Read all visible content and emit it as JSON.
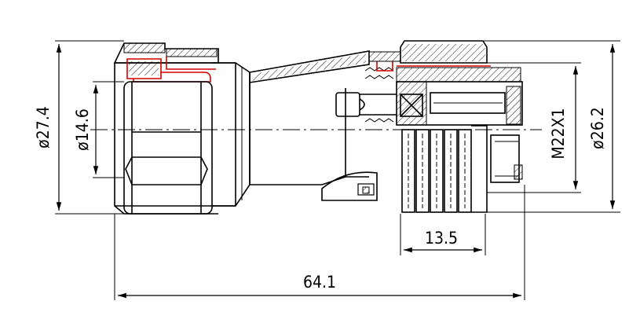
{
  "dimensions": {
    "overall_length": "64.1",
    "thread_length": "13.5",
    "outer_dia_left": "ø27.4",
    "inner_dia_left": "ø14.6",
    "thread_spec": "M22X1",
    "outer_dia_right": "ø26.2"
  },
  "colors": {
    "line": "#000000",
    "accent": "#d40000",
    "background": "#ffffff"
  }
}
